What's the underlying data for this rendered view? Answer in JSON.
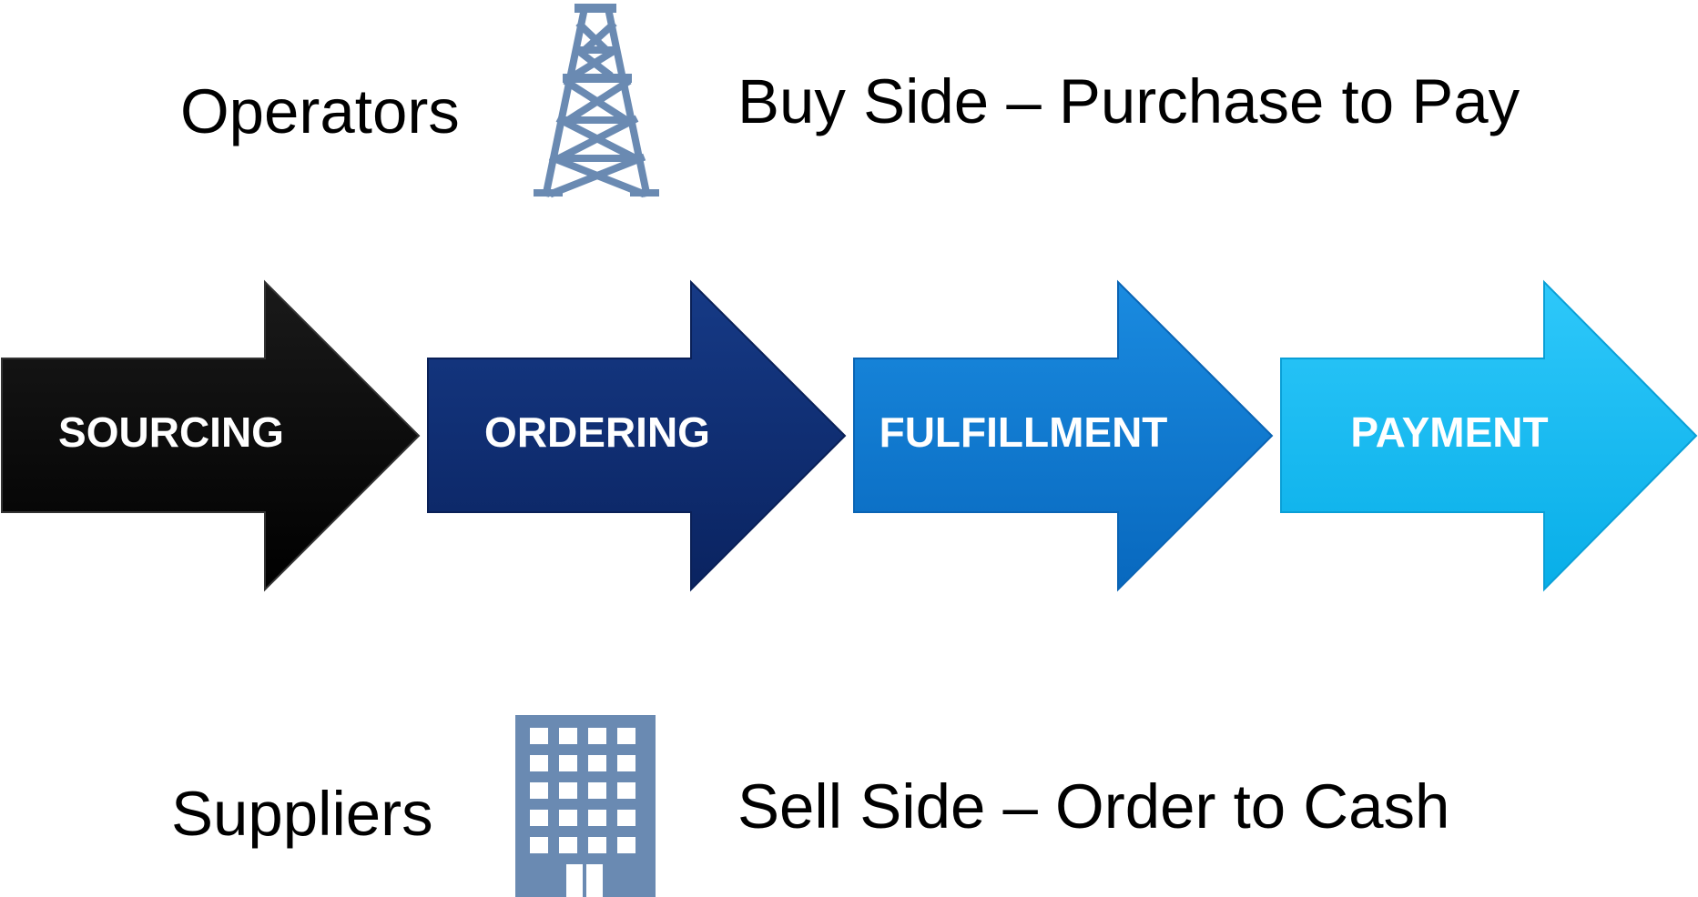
{
  "buy_side": {
    "role": "Operators",
    "icon": "oil-derrick-icon",
    "flow": "Buy Side – Purchase to Pay"
  },
  "sell_side": {
    "role": "Suppliers",
    "icon": "office-building-icon",
    "flow": "Sell Side – Order to Cash"
  },
  "process_steps": [
    {
      "label": "SOURCING",
      "color": "#000000"
    },
    {
      "label": "ORDERING",
      "color": "#0D2A6B"
    },
    {
      "label": "FULFILLMENT",
      "color": "#0A78D0"
    },
    {
      "label": "PAYMENT",
      "color": "#0FB8F2"
    }
  ],
  "icon_color": "#6A8AB2"
}
